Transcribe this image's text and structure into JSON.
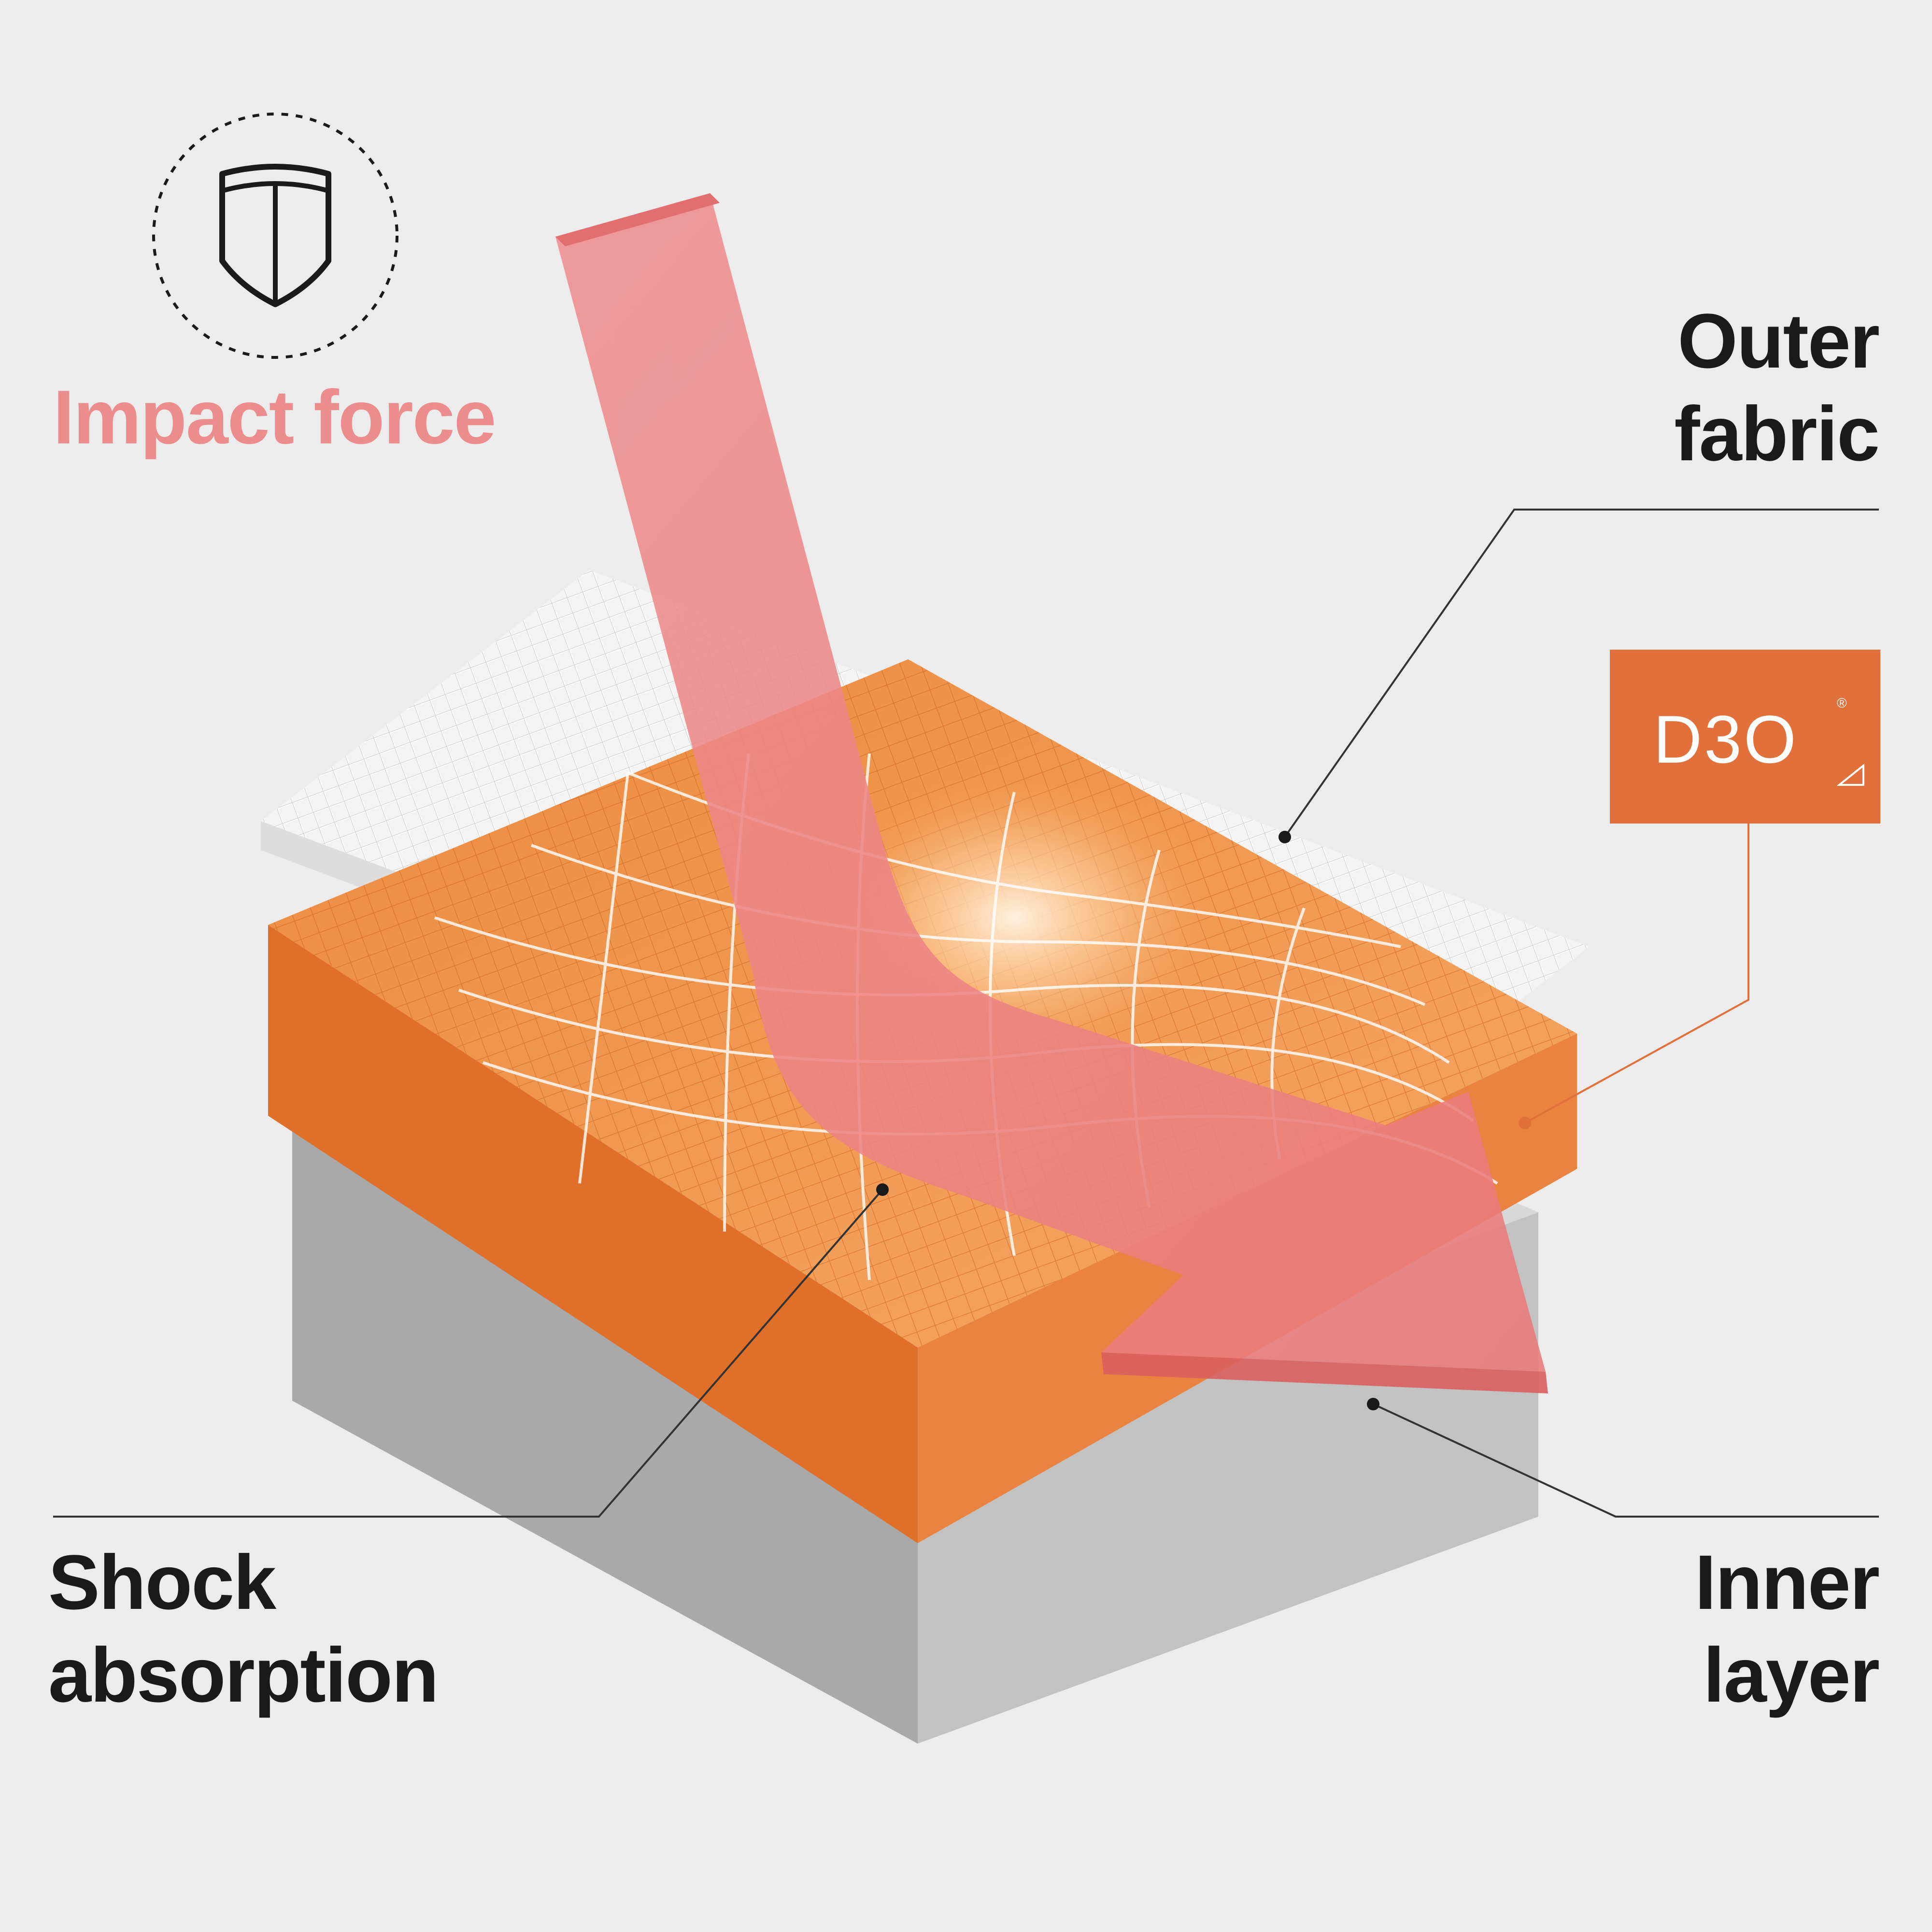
{
  "labels": {
    "impact_force": "Impact force",
    "outer_fabric": [
      "Outer",
      "fabric"
    ],
    "shock_absorption": [
      "Shock",
      "absorption"
    ],
    "inner_layer": [
      "Inner",
      "layer"
    ]
  },
  "brand": {
    "logo_text": "D3O",
    "registered_mark": "®"
  },
  "icons": {
    "shield": "shield-icon",
    "triangle": "triangle-icon"
  },
  "colors": {
    "background": "#ececec",
    "impact_text": "#eb8d8d",
    "arrow": "#ec8080",
    "foam": "#e8772f",
    "inner_layer": "#bdbdbd",
    "brand_box": "#e2703a",
    "text": "#1a1a1a"
  }
}
